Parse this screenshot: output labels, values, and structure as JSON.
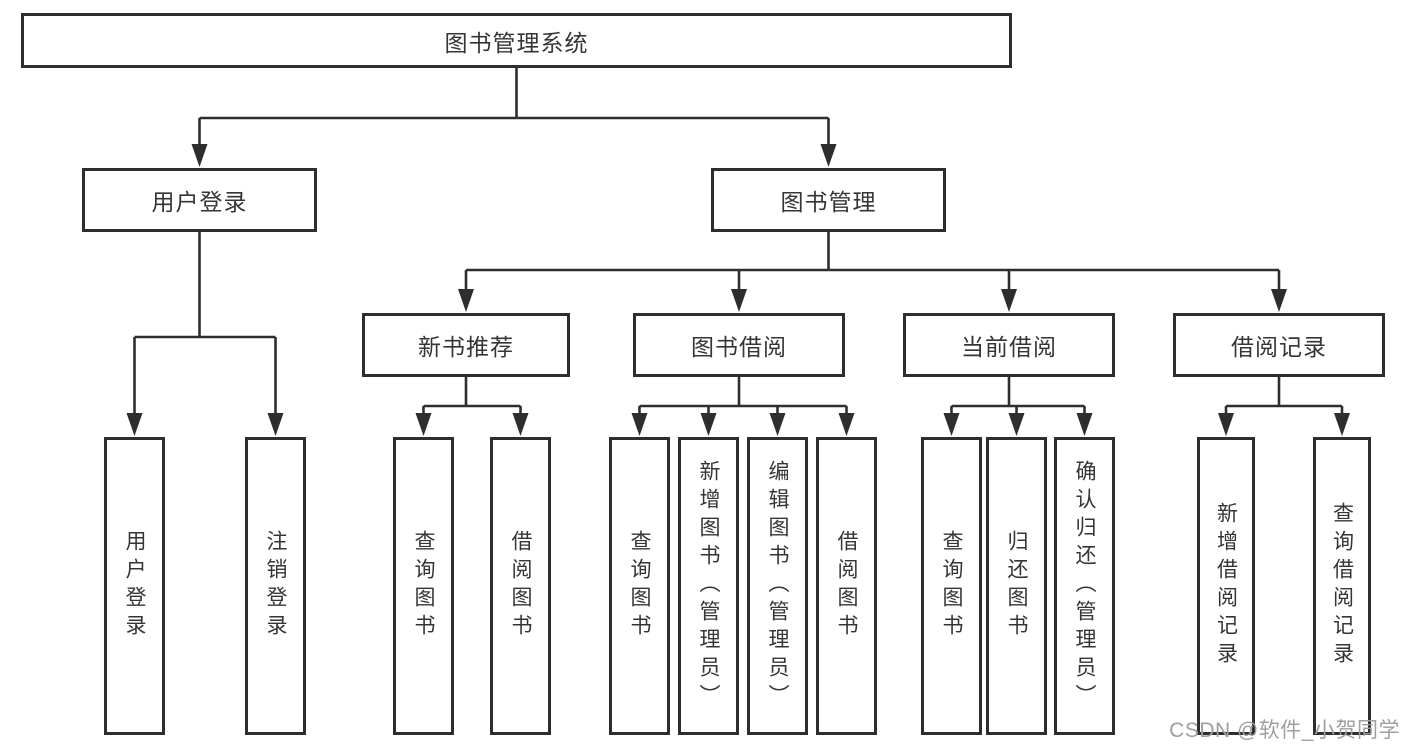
{
  "root": {
    "label": "图书管理系统"
  },
  "branches": [
    {
      "label": "用户登录",
      "leaves": [
        {
          "label": "用户登录"
        },
        {
          "label": "注销登录"
        }
      ]
    },
    {
      "label": "图书管理",
      "groups": [
        {
          "label": "新书推荐",
          "leaves": [
            {
              "label": "查询图书"
            },
            {
              "label": "借阅图书"
            }
          ]
        },
        {
          "label": "图书借阅",
          "leaves": [
            {
              "label": "查询图书"
            },
            {
              "label": "新增图书（管理员）"
            },
            {
              "label": "编辑图书（管理员）"
            },
            {
              "label": "借阅图书"
            }
          ]
        },
        {
          "label": "当前借阅",
          "leaves": [
            {
              "label": "查询图书"
            },
            {
              "label": "归还图书"
            },
            {
              "label": "确认归还（管理员）"
            }
          ]
        },
        {
          "label": "借阅记录",
          "leaves": [
            {
              "label": "新增借阅记录"
            },
            {
              "label": "查询借阅记录"
            }
          ]
        }
      ]
    }
  ],
  "watermark": "CSDN @软件_小贺同学",
  "colors": {
    "line": "#2e2e2e",
    "text": "#353535",
    "watermark": "#9f9f9f",
    "background": "#ffffff"
  }
}
